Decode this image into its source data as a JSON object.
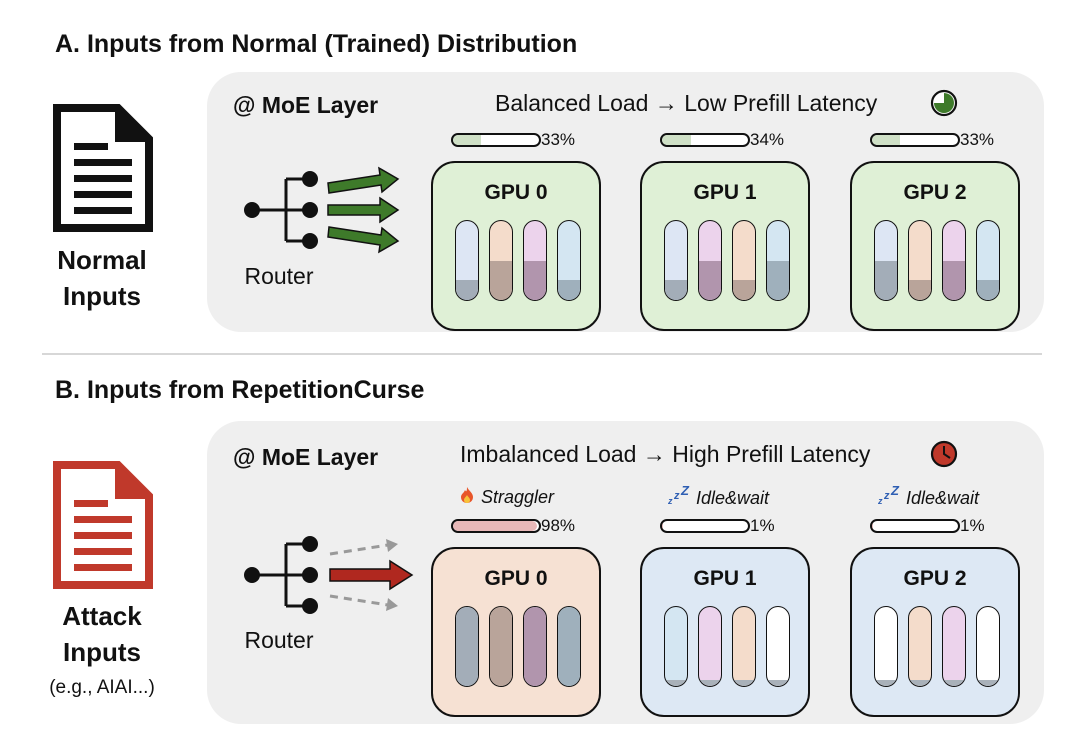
{
  "section_a": {
    "title": "A. Inputs from Normal (Trained) Distribution",
    "side_label_1": "Normal",
    "side_label_2": "Inputs",
    "layer_label": "@ MoE Layer",
    "status_text": "Balanced Load → Low Prefill Latency",
    "status_icon": "clock-green-icon",
    "router_label": "Router",
    "gpus": [
      {
        "name": "GPU 0",
        "load_pct": "33%",
        "load": 0.33,
        "experts": [
          0.25,
          0.5,
          0.5,
          0.25
        ]
      },
      {
        "name": "GPU 1",
        "load_pct": "34%",
        "load": 0.34,
        "experts": [
          0.25,
          0.5,
          0.25,
          0.5
        ]
      },
      {
        "name": "GPU 2",
        "load_pct": "33%",
        "load": 0.33,
        "experts": [
          0.5,
          0.25,
          0.5,
          0.25
        ]
      }
    ]
  },
  "section_b": {
    "title": "B. Inputs from RepetitionCurse",
    "side_label_1": "Attack",
    "side_label_2": "Inputs",
    "side_sub": "(e.g., AIAI...)",
    "layer_label": "@ MoE Layer",
    "status_text": "Imbalanced Load → High Prefill Latency",
    "status_icon": "clock-red-icon",
    "router_label": "Router",
    "gpus": [
      {
        "name": "GPU 0",
        "tag": "Straggler",
        "tag_icon": "fire-icon",
        "load_pct": "98%",
        "load": 0.98,
        "experts": [
          1,
          1,
          1,
          1
        ]
      },
      {
        "name": "GPU 1",
        "tag": "Idle&wait",
        "tag_icon": "sleep-icon",
        "load_pct": "1%",
        "load": 0.01,
        "experts": [
          0.08,
          0.08,
          0.08,
          0.08
        ]
      },
      {
        "name": "GPU 2",
        "tag": "Idle&wait",
        "tag_icon": "sleep-icon",
        "load_pct": "1%",
        "load": 0.01,
        "experts": [
          0.08,
          0.08,
          0.08,
          0.08
        ]
      }
    ]
  },
  "colors": {
    "panel_bg": "#efefef",
    "gpu_normal_bg": "#dff0d6",
    "gpu_hot_bg": "#f6e1d3",
    "gpu_idle_bg": "#dde8f4",
    "arrow_green": "#3e7a2a",
    "arrow_red": "#b0281f",
    "doc_red": "#c0392b",
    "bar_green": "#cfe0c6",
    "bar_red": "#e8b8b8",
    "expert_tints": [
      "#dde6f4",
      "#f4dccb",
      "#ecd3ec",
      "#d4e6f2"
    ],
    "expert_fills": [
      "#a3adb8",
      "#b9a49a",
      "#b195ad",
      "#9fb0bc"
    ]
  }
}
